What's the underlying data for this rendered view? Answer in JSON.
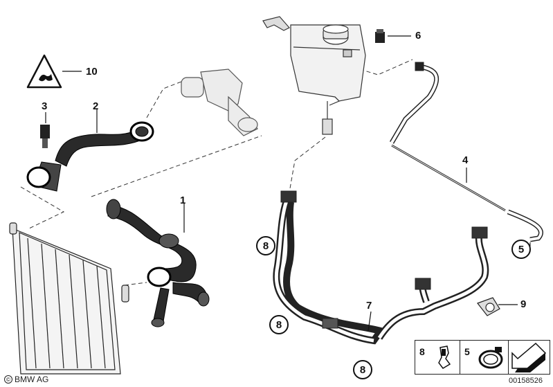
{
  "callouts": {
    "c1": "1",
    "c2": "2",
    "c3": "3",
    "c4": "4",
    "c5": "5",
    "c6": "6",
    "c7": "7",
    "c8": "8",
    "c9": "9",
    "c10": "10"
  },
  "circled": {
    "a": "8",
    "b": "8",
    "c": "8",
    "d": "5"
  },
  "legend": {
    "box1": "8",
    "box2": "5"
  },
  "footer": {
    "copyright_symbol": "©",
    "brand": "BMW AG",
    "doc_number": "00158526"
  }
}
